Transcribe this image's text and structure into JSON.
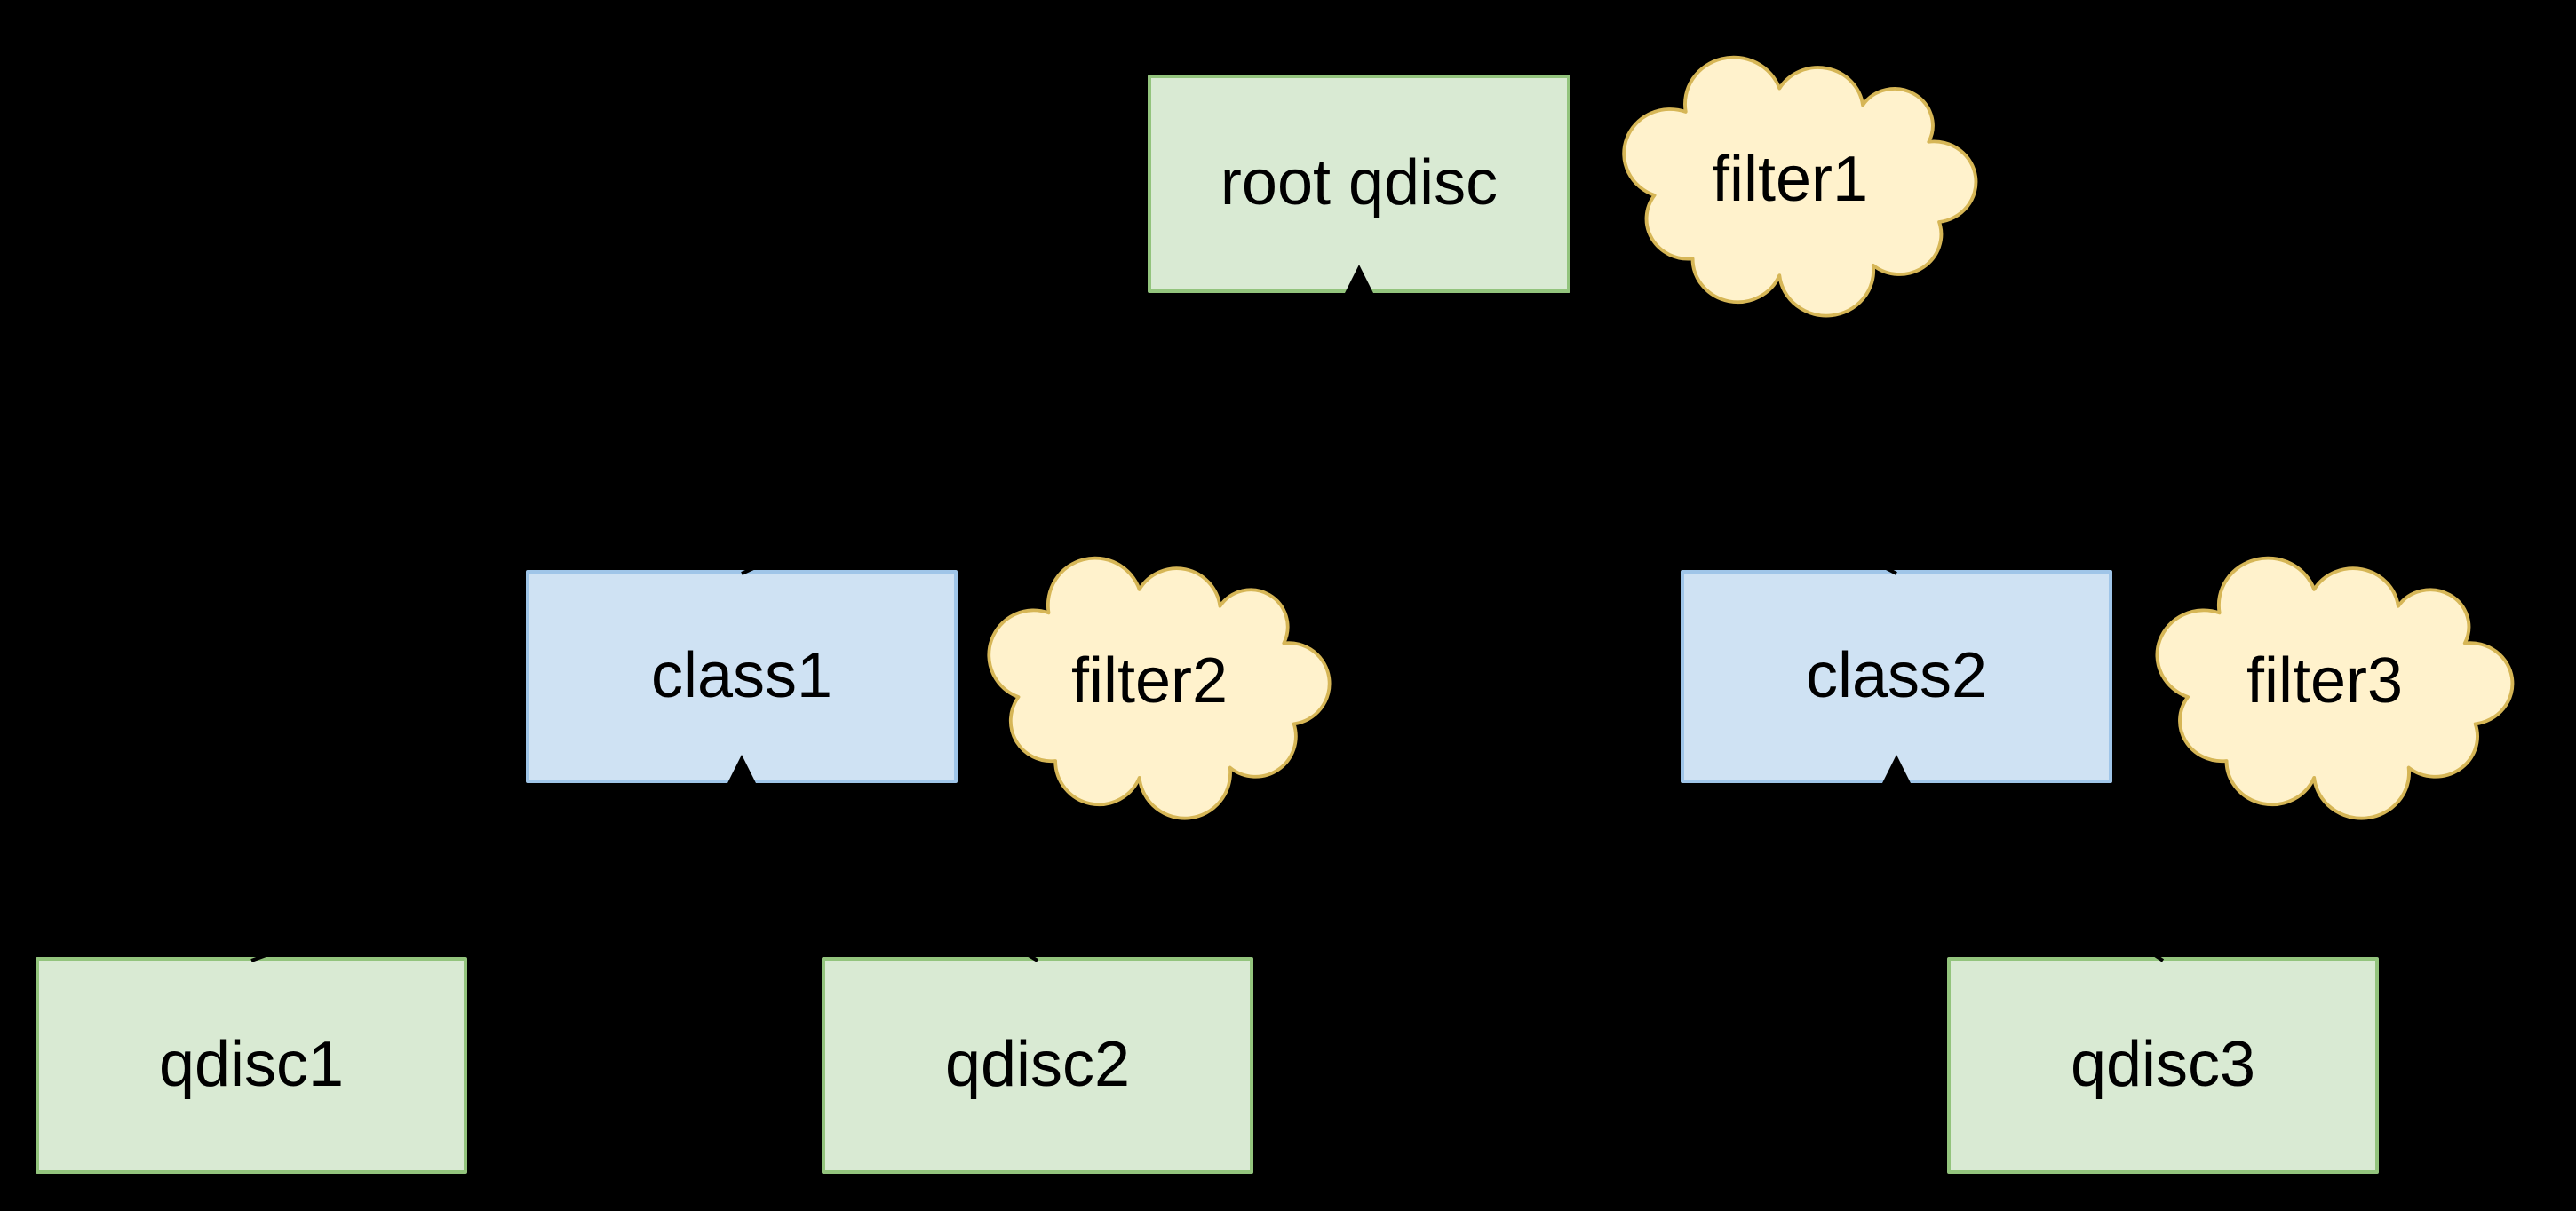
{
  "colors": {
    "background": "#000000",
    "qdisc_fill": "#d9ead3",
    "qdisc_border": "#93c47d",
    "class_fill": "#cfe2f3",
    "class_border": "#9fc5e8",
    "filter_fill": "#fff2cc",
    "filter_border": "#d6b656",
    "edge": "#000000",
    "text": "#000000"
  },
  "nodes": {
    "root_qdisc": {
      "label": "root qdisc",
      "shape": "rectangle",
      "role": "qdisc"
    },
    "filter1": {
      "label": "filter1",
      "shape": "cloud",
      "role": "filter"
    },
    "class1": {
      "label": "class1",
      "shape": "rectangle",
      "role": "class"
    },
    "filter2": {
      "label": "filter2",
      "shape": "cloud",
      "role": "filter"
    },
    "class2": {
      "label": "class2",
      "shape": "rectangle",
      "role": "class"
    },
    "filter3": {
      "label": "filter3",
      "shape": "cloud",
      "role": "filter"
    },
    "qdisc1": {
      "label": "qdisc1",
      "shape": "rectangle",
      "role": "qdisc"
    },
    "qdisc2": {
      "label": "qdisc2",
      "shape": "rectangle",
      "role": "qdisc"
    },
    "qdisc3": {
      "label": "qdisc3",
      "shape": "rectangle",
      "role": "qdisc"
    }
  },
  "edges": [
    {
      "from": "class1",
      "to": "root_qdisc"
    },
    {
      "from": "class2",
      "to": "root_qdisc"
    },
    {
      "from": "qdisc1",
      "to": "class1"
    },
    {
      "from": "qdisc2",
      "to": "class1"
    },
    {
      "from": "qdisc3",
      "to": "class2"
    }
  ]
}
